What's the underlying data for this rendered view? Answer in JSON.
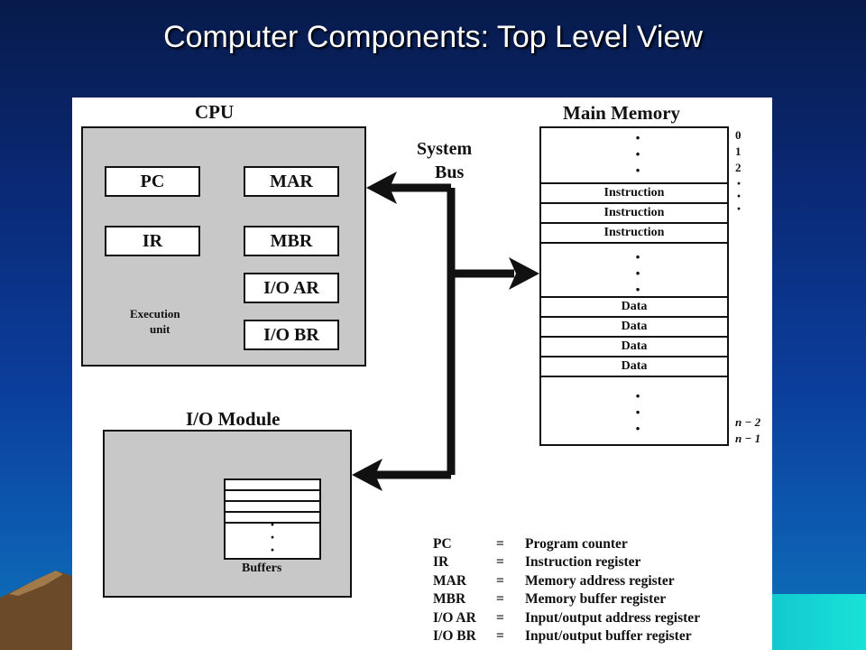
{
  "slide": {
    "title": "Computer Components: Top Level View"
  },
  "diagram": {
    "cpu_label": "CPU",
    "registers": {
      "pc": "PC",
      "mar": "MAR",
      "ir": "IR",
      "mbr": "MBR",
      "io_ar": "I/O AR",
      "io_br": "I/O BR"
    },
    "execution_unit": {
      "line1": "Execution",
      "line2": "unit"
    },
    "system_bus": {
      "line1": "System",
      "line2": "Bus"
    },
    "main_memory": {
      "label": "Main Memory",
      "instruction_rows": [
        "Instruction",
        "Instruction",
        "Instruction"
      ],
      "data_rows": [
        "Data",
        "Data",
        "Data",
        "Data"
      ],
      "addresses_top": [
        "0",
        "1",
        "2"
      ],
      "addresses_bottom": [
        "n − 2",
        "n − 1"
      ]
    },
    "io_module": {
      "label": "I/O Module",
      "buffers_label": "Buffers"
    },
    "legend": [
      {
        "abbr": "PC",
        "eq": "=",
        "meaning": "Program counter"
      },
      {
        "abbr": "IR",
        "eq": "=",
        "meaning": "Instruction register"
      },
      {
        "abbr": "MAR",
        "eq": "=",
        "meaning": "Memory address register"
      },
      {
        "abbr": "MBR",
        "eq": "=",
        "meaning": "Memory buffer register"
      },
      {
        "abbr": "I/O AR",
        "eq": "=",
        "meaning": "Input/output address register"
      },
      {
        "abbr": "I/O BR",
        "eq": "=",
        "meaning": "Input/output buffer register"
      }
    ]
  }
}
